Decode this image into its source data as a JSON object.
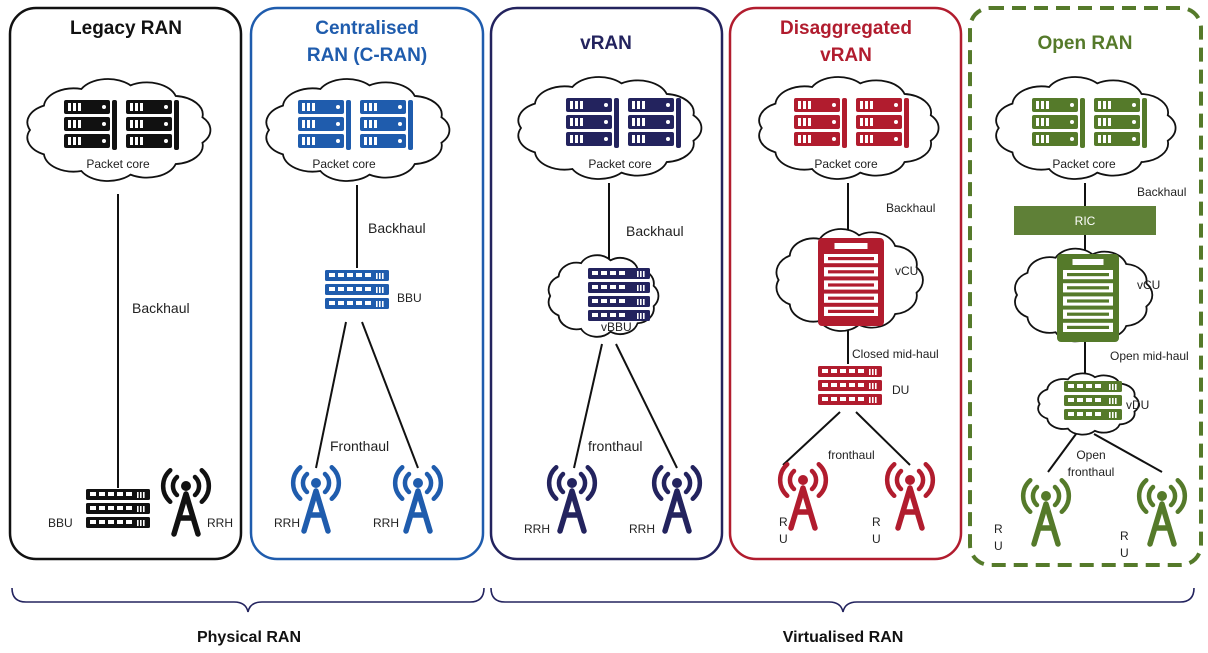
{
  "panels": [
    {
      "title_lines": [
        "Legacy RAN"
      ],
      "color": "#111111",
      "labels": {
        "core": "Packet core",
        "backhaul": "Backhaul",
        "bbu": "BBU",
        "rrh": "RRH"
      }
    },
    {
      "title_lines": [
        "Centralised",
        "RAN (C-RAN)"
      ],
      "color": "#1f5cad",
      "labels": {
        "core": "Packet core",
        "backhaul": "Backhaul",
        "bbu": "BBU",
        "fronthaul": "Fronthaul",
        "rrh1": "RRH",
        "rrh2": "RRH"
      }
    },
    {
      "title_lines": [
        "vRAN"
      ],
      "color": "#23235e",
      "labels": {
        "core": "Packet core",
        "backhaul": "Backhaul",
        "vbbu": "vBBU",
        "fronthaul": "fronthaul",
        "rrh1": "RRH",
        "rrh2": "RRH"
      }
    },
    {
      "title_lines": [
        "Disaggregated",
        "vRAN"
      ],
      "color": "#b11c2e",
      "labels": {
        "core": "Packet core",
        "backhaul": "Backhaul",
        "vcu": "vCU",
        "midhaul": "Closed mid-haul",
        "du": "DU",
        "fronthaul": "fronthaul",
        "ru1": "R\nU",
        "ru2": "R\nU"
      }
    },
    {
      "title_lines": [
        "Open RAN"
      ],
      "color": "#557a2a",
      "labels": {
        "core": "Packet core",
        "backhaul": "Backhaul",
        "ric": "RIC",
        "vcu": "vCU",
        "midhaul": "Open mid-haul",
        "vdu": "vDU",
        "fronthaul": "Open\nfronthaul",
        "ru1": "R\nU",
        "ru2": "R\nU"
      }
    }
  ],
  "groups": {
    "physical": "Physical RAN",
    "virtualised": "Virtualised RAN"
  },
  "icons": [
    "cloud-icon",
    "server-rack-icon",
    "antenna-tower-icon",
    "network-switch-icon",
    "tower-server-icon"
  ]
}
